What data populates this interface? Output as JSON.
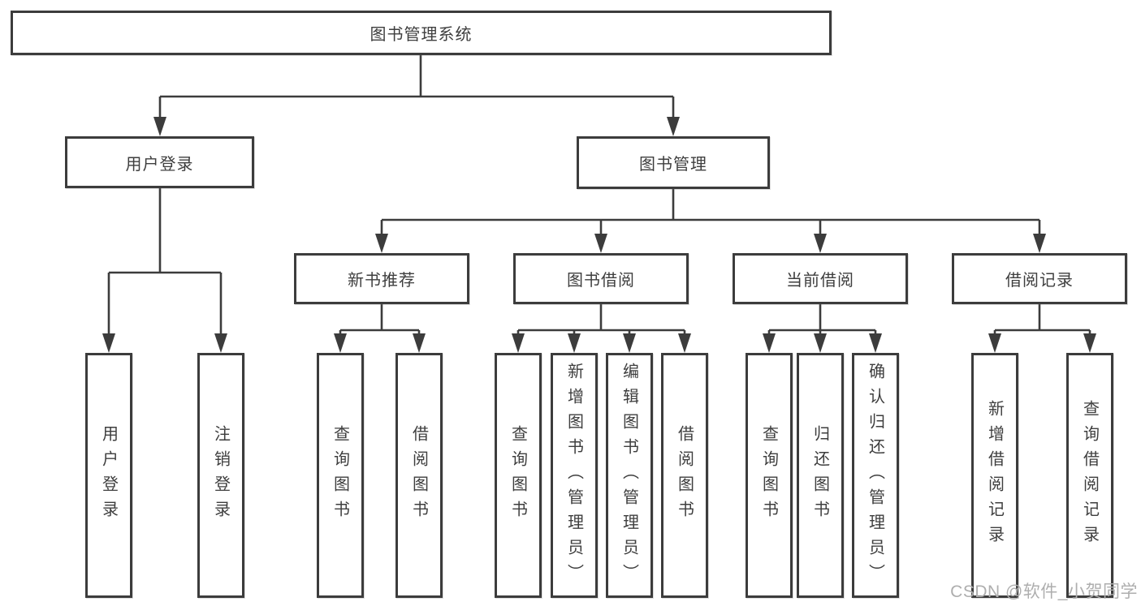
{
  "colors": {
    "line": "#3c3c3c",
    "box_border": "#3c3c3c",
    "box_bg": "#ffffff",
    "text": "#3e3e3e",
    "watermark": "#aeaeae"
  },
  "tree": {
    "root": "图书管理系统",
    "branches": [
      {
        "label": "用户登录",
        "leaves": [
          "用户登录",
          "注销登录"
        ]
      },
      {
        "label": "图书管理",
        "groups": [
          {
            "label": "新书推荐",
            "leaves": [
              "查询图书",
              "借阅图书"
            ]
          },
          {
            "label": "图书借阅",
            "leaves": [
              "查询图书",
              "新增图书（管理员）",
              "编辑图书（管理员）",
              "借阅图书"
            ]
          },
          {
            "label": "当前借阅",
            "leaves": [
              "查询图书",
              "归还图书",
              "确认归还（管理员）"
            ]
          },
          {
            "label": "借阅记录",
            "leaves": [
              "新增借阅记录",
              "查询借阅记录"
            ]
          }
        ]
      }
    ]
  },
  "watermark": {
    "text": "CSDN @软件_小贺同学"
  }
}
